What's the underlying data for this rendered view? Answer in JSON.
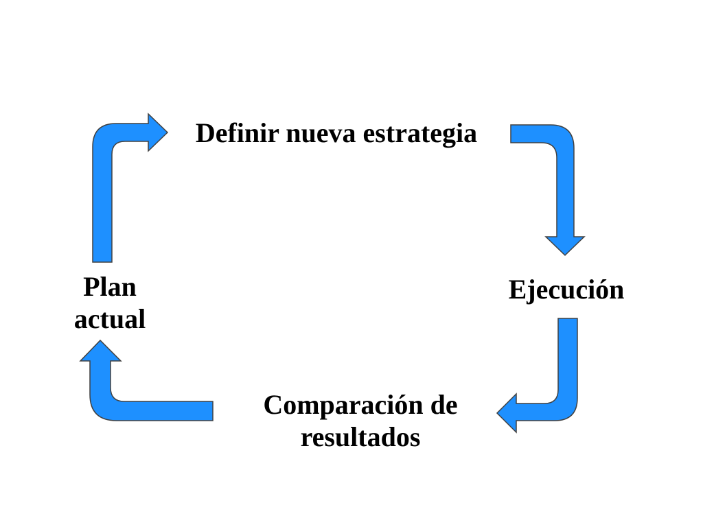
{
  "diagram": {
    "nodes": [
      {
        "id": "top",
        "lines": [
          "Definir nueva estrategia"
        ]
      },
      {
        "id": "right",
        "lines": [
          "Ejecución"
        ]
      },
      {
        "id": "bottom",
        "lines": [
          "Comparación de",
          "resultados"
        ]
      },
      {
        "id": "left",
        "lines": [
          "Plan",
          "actual"
        ]
      }
    ],
    "edges": [
      {
        "from": "top",
        "to": "right"
      },
      {
        "from": "right",
        "to": "bottom"
      },
      {
        "from": "bottom",
        "to": "left"
      },
      {
        "from": "left",
        "to": "top"
      }
    ],
    "colors": {
      "arrow_fill": "#1E90FF",
      "arrow_stroke": "#404040",
      "text": "#000000",
      "background": "#FFFFFF"
    }
  }
}
